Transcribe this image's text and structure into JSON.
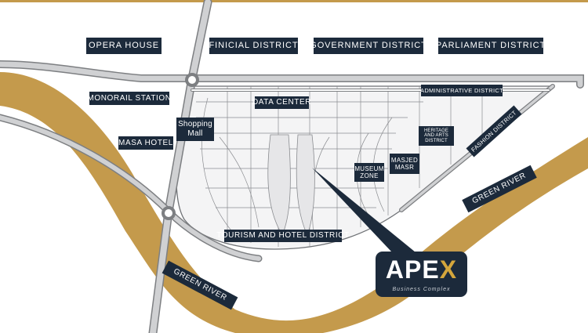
{
  "districts": {
    "opera_house": "OPERA HOUSE",
    "financial": "FINICIAL DISTRICT",
    "government": "GOVERNMENT DISTRICT",
    "parliament": "PARLIAMENT DISTRICT",
    "monorail": "MONORAIL STATION",
    "data_center": "DATA CENTER",
    "administrative": "ADMINISTRATIVE DISTRICT",
    "shopping_mall": "Shopping Mall",
    "masa_hotel": "MASA HOTEL",
    "heritage": "HERITAGE AND ARTS DISTRICT",
    "fashion": "FASHION DISTRICT",
    "museum": "MUSEUM ZONE",
    "masjed": "MASJED MASR",
    "green_river_east": "GREEN RIVER",
    "green_river_west": "GREEN RIVER",
    "tourism": "TOURISM AND HOTEL DISTRICT"
  },
  "brand": {
    "name": "APEX",
    "tagline": "Business Complex"
  },
  "colors": {
    "river": "#c49a4c",
    "road": "#d0d1d3",
    "road_edge": "#7d7f82",
    "label_bg": "#1c2a3b",
    "accent": "#d4a63c"
  },
  "icons": {
    "roundabout": "roundabout-icon",
    "location_pin": "location-pin-icon"
  }
}
